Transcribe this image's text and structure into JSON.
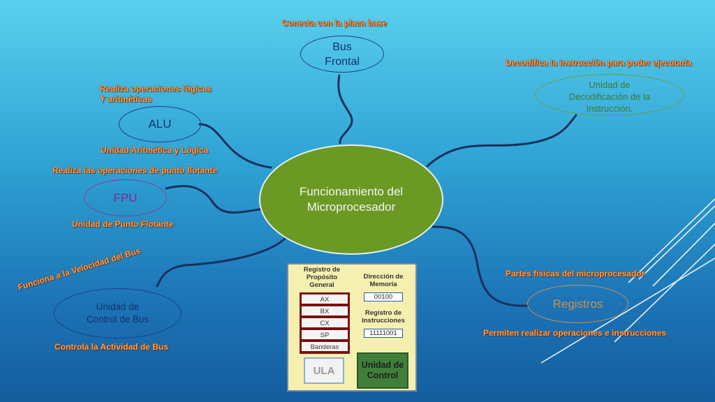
{
  "diagram": {
    "center": "Funcionamiento del Microprocesador",
    "nodes": {
      "bus_frontal": "Bus Frontal",
      "decodificacion": "Unidad de Decodificación de la Instrucción.",
      "alu": "ALU",
      "fpu": "FPU",
      "control_bus": "Unidad de Control de Bus",
      "registros": "Registros"
    },
    "labels": {
      "bus_frontal_desc": "Conecta con la placa base",
      "decodificacion_desc": "Decodifica la instrucción para poder ejecutarla",
      "alu_desc_1": "Realiza operaciones lógicas",
      "alu_desc_2": "Y aritméticas",
      "alu_name": "Unidad Aritmética y Lógica",
      "fpu_desc": "Realiza las operaciones de punto flotante",
      "fpu_name": "Unidad de Punto Flotante",
      "control_bus_desc": "Funciona a la Velocidad del Bus",
      "control_bus_desc2": "Controla la Actividad de Bus",
      "registros_desc": "Partes físicas del microprocesador",
      "registros_desc2": "Permiten realizar operaciones e instrucciones"
    }
  },
  "figure": {
    "registro_title": "Registro de Propósito General",
    "registers": [
      "AX",
      "BX",
      "CX",
      "SP",
      "Banderas"
    ],
    "direccion_title": "Dirección de Memoria",
    "direccion_value": "00100",
    "instrucciones_title": "Registro de Instrucciones",
    "instrucciones_value": "11111001",
    "ula": "ULA",
    "unidad_control": "Unidad de Control"
  },
  "colors": {
    "center_fill": "#6a9a24",
    "accent_label": "#f5a05a",
    "connector": "#17305e"
  }
}
